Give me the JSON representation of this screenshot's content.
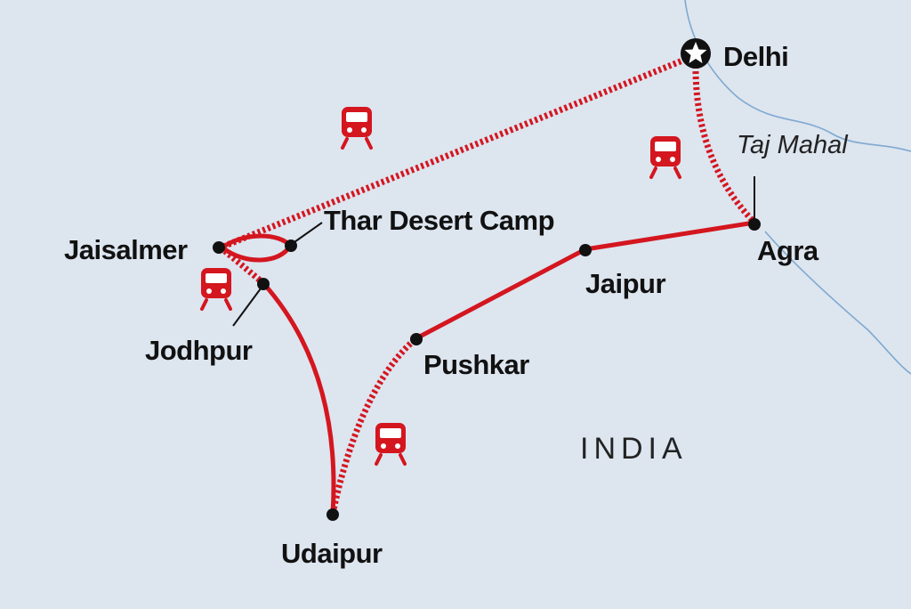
{
  "map": {
    "country": "INDIA",
    "cities": {
      "delhi": "Delhi",
      "agra": "Agra",
      "jaipur": "Jaipur",
      "pushkar": "Pushkar",
      "udaipur": "Udaipur",
      "jodhpur": "Jodhpur",
      "jaisalmer": "Jaisalmer",
      "thar": "Thar Desert Camp"
    },
    "poi": {
      "taj_mahal": "Taj Mahal"
    },
    "legend": {
      "start_city": "Delhi",
      "transport_icon": "train-icon"
    },
    "colors": {
      "water": "#dde5ef",
      "route": "#d4161f",
      "city_dot": "#111111",
      "river": "#7fa9d0"
    }
  }
}
